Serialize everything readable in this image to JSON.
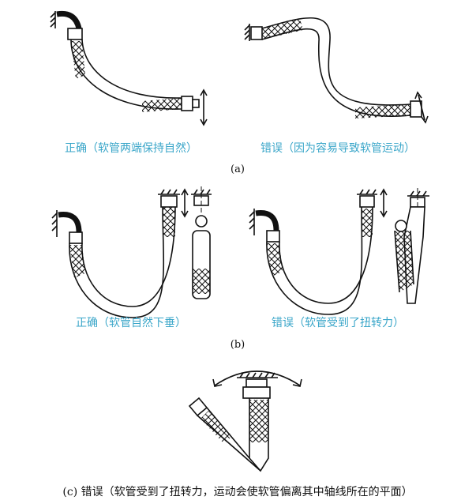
{
  "panels": {
    "a": {
      "label": "(a)",
      "left_caption": "正确（软管两端保持自然）",
      "right_caption": "错误（因为容易导致软管运动）"
    },
    "b": {
      "label": "(b)",
      "left_caption": "正确（软管自然下垂）",
      "right_caption": "错误（软管受到了扭转力）"
    },
    "c": {
      "caption": "(c)  错误（软管受到了扭转力，运动会使软管偏离其中轴线所在的平面）"
    }
  },
  "colors": {
    "caption_blue": "#3aa6c9",
    "line": "#111111"
  }
}
